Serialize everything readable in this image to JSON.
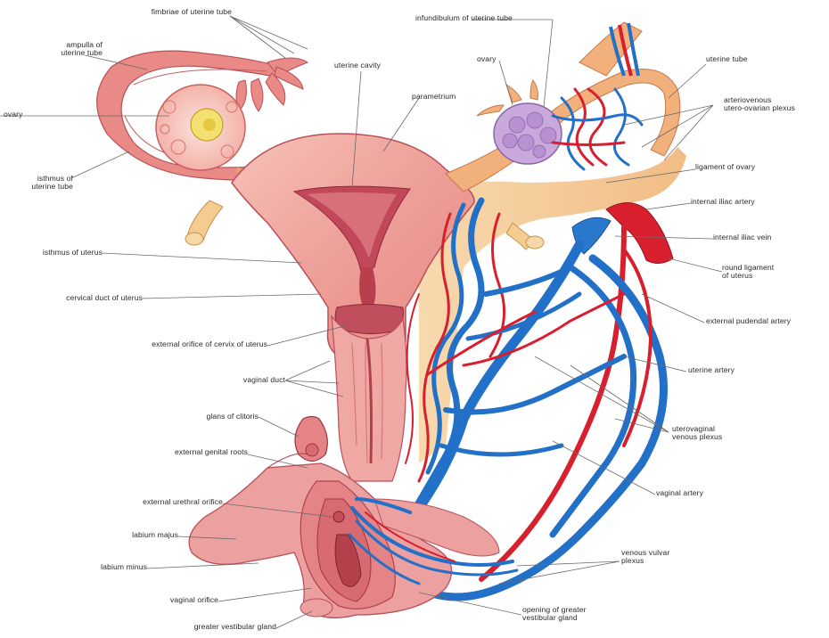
{
  "labels": {
    "fimbriae": "fimbriae of uterine tube",
    "ampulla": "ampulla of\nuterine tube",
    "ovary_left": "ovary",
    "isthmus_tube": "isthmus of\nuterine tube",
    "isthmus_uterus": "isthmus of uterus",
    "cervical_duct": "cervical duct of uterus",
    "external_orifice": "external orifice of cervix of uterus",
    "vaginal_duct": "vaginal duct",
    "glans": "glans of clitoris",
    "external_genital_roots": "external genital roots",
    "urethral_orifice": "external urethral orifice",
    "labium_majus": "labium majus",
    "labium_minus": "labium minus",
    "vaginal_orifice": "vaginal orifice",
    "greater_vestibular_gland": "greater vestibular gland",
    "uterine_cavity": "uterine cavity",
    "parametrium": "parametrium",
    "infundibulum": "infundibulum of uterine tube",
    "ovary_right": "ovary",
    "uterine_tube": "uterine tube",
    "arteriovenous": "arteriovenous\nutero-ovarian plexus",
    "ligament_ovary": "ligament of ovary",
    "internal_iliac_artery": "internal iliac artery",
    "internal_iliac_vein": "internal iliac vein",
    "round_ligament": "round ligament\nof uterus",
    "external_pudendal": "external pudendal artery",
    "uterine_artery": "uterine artery",
    "uterovaginal": "uterovaginal\nvenous plexus",
    "vaginal_artery": "vaginal artery",
    "venous_vulvar": "venous vulvar\nplexus",
    "opening_gland": "opening of greater\nvestibular gland"
  },
  "colors": {
    "tissue": "#f0a8a0",
    "tissue_dark": "#c8505a",
    "tissue_light": "#f8d2c8",
    "ligament": "#f3c890",
    "artery": "#d81f2e",
    "vein": "#2270c8",
    "leader": "#6a6a6a"
  }
}
